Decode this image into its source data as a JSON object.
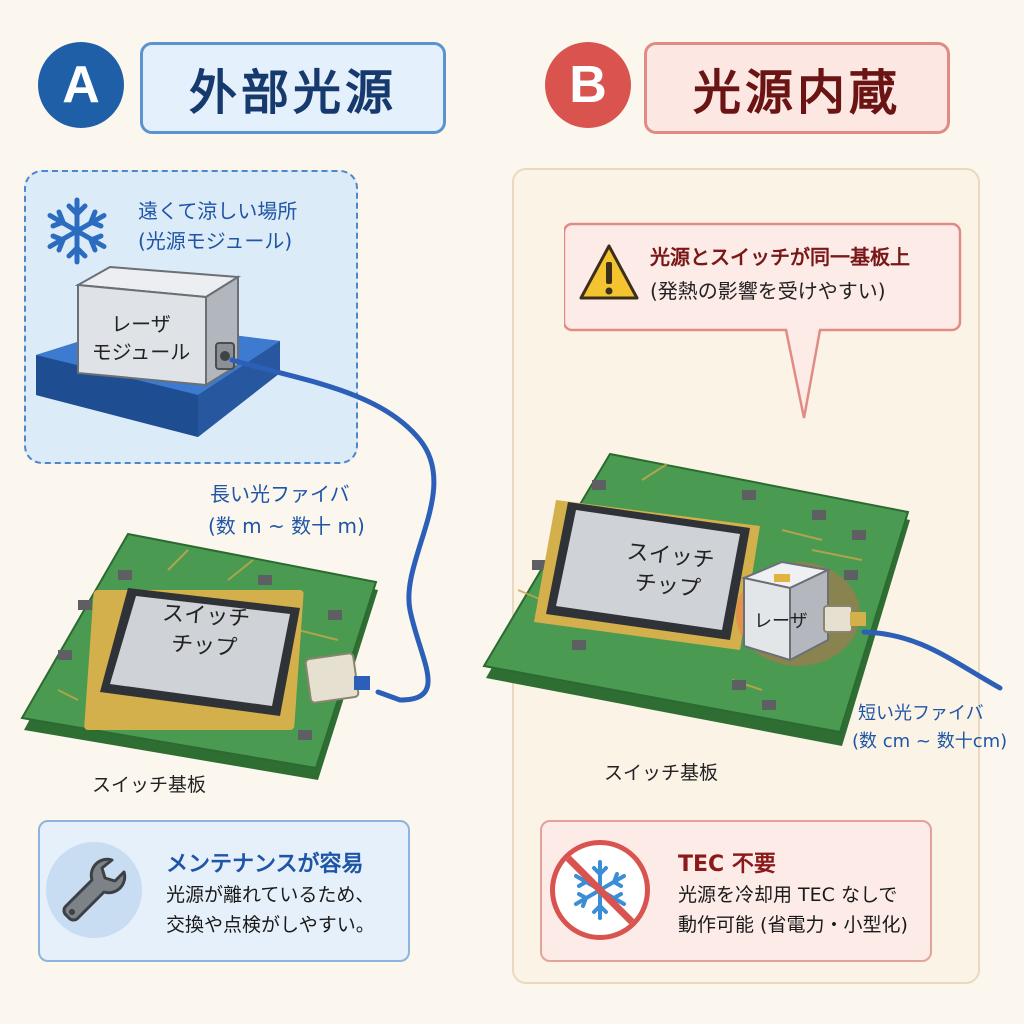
{
  "left": {
    "badge": "A",
    "title": "外部光源",
    "cool_place_line1": "遠くて涼しい場所",
    "cool_place_line2": "(光源モジュール)",
    "laser_label_line1": "レーザ",
    "laser_label_line2": "モジュール",
    "fiber_line1": "長い光ファイバ",
    "fiber_line2": "(数 m ~ 数十 m)",
    "chip_line1": "スイッチ",
    "chip_line2": "チップ",
    "board_label": "スイッチ基板",
    "card_title": "メンテナンスが容易",
    "card_line1": "光源が離れているため、",
    "card_line2": "交換や点検がしやすい。"
  },
  "right": {
    "badge": "B",
    "title": "光源内蔵",
    "warning_line1": "光源とスイッチが同一基板上",
    "warning_line2": "(発熱の影響を受けやすい)",
    "chip_line1": "スイッチ",
    "chip_line2": "チップ",
    "laser_label": "レーザ",
    "fiber_line1": "短い光ファイバ",
    "fiber_line2": "(数 cm ~ 数十cm)",
    "board_label": "スイッチ基板",
    "card_title": "TEC 不要",
    "card_line1": "光源を冷却用 TEC なしで",
    "card_line2": "動作可能 (省電力・小型化)"
  },
  "icons": [
    "snowflake-icon",
    "wrench-icon",
    "warning-icon",
    "no-cooling-icon"
  ],
  "colors": {
    "blue_accent": "#1f5fa8",
    "red_accent": "#d9534f",
    "pcb_green": "#3d8a45",
    "fiber_blue": "#2c5fb8",
    "background": "#fbf7ee"
  }
}
